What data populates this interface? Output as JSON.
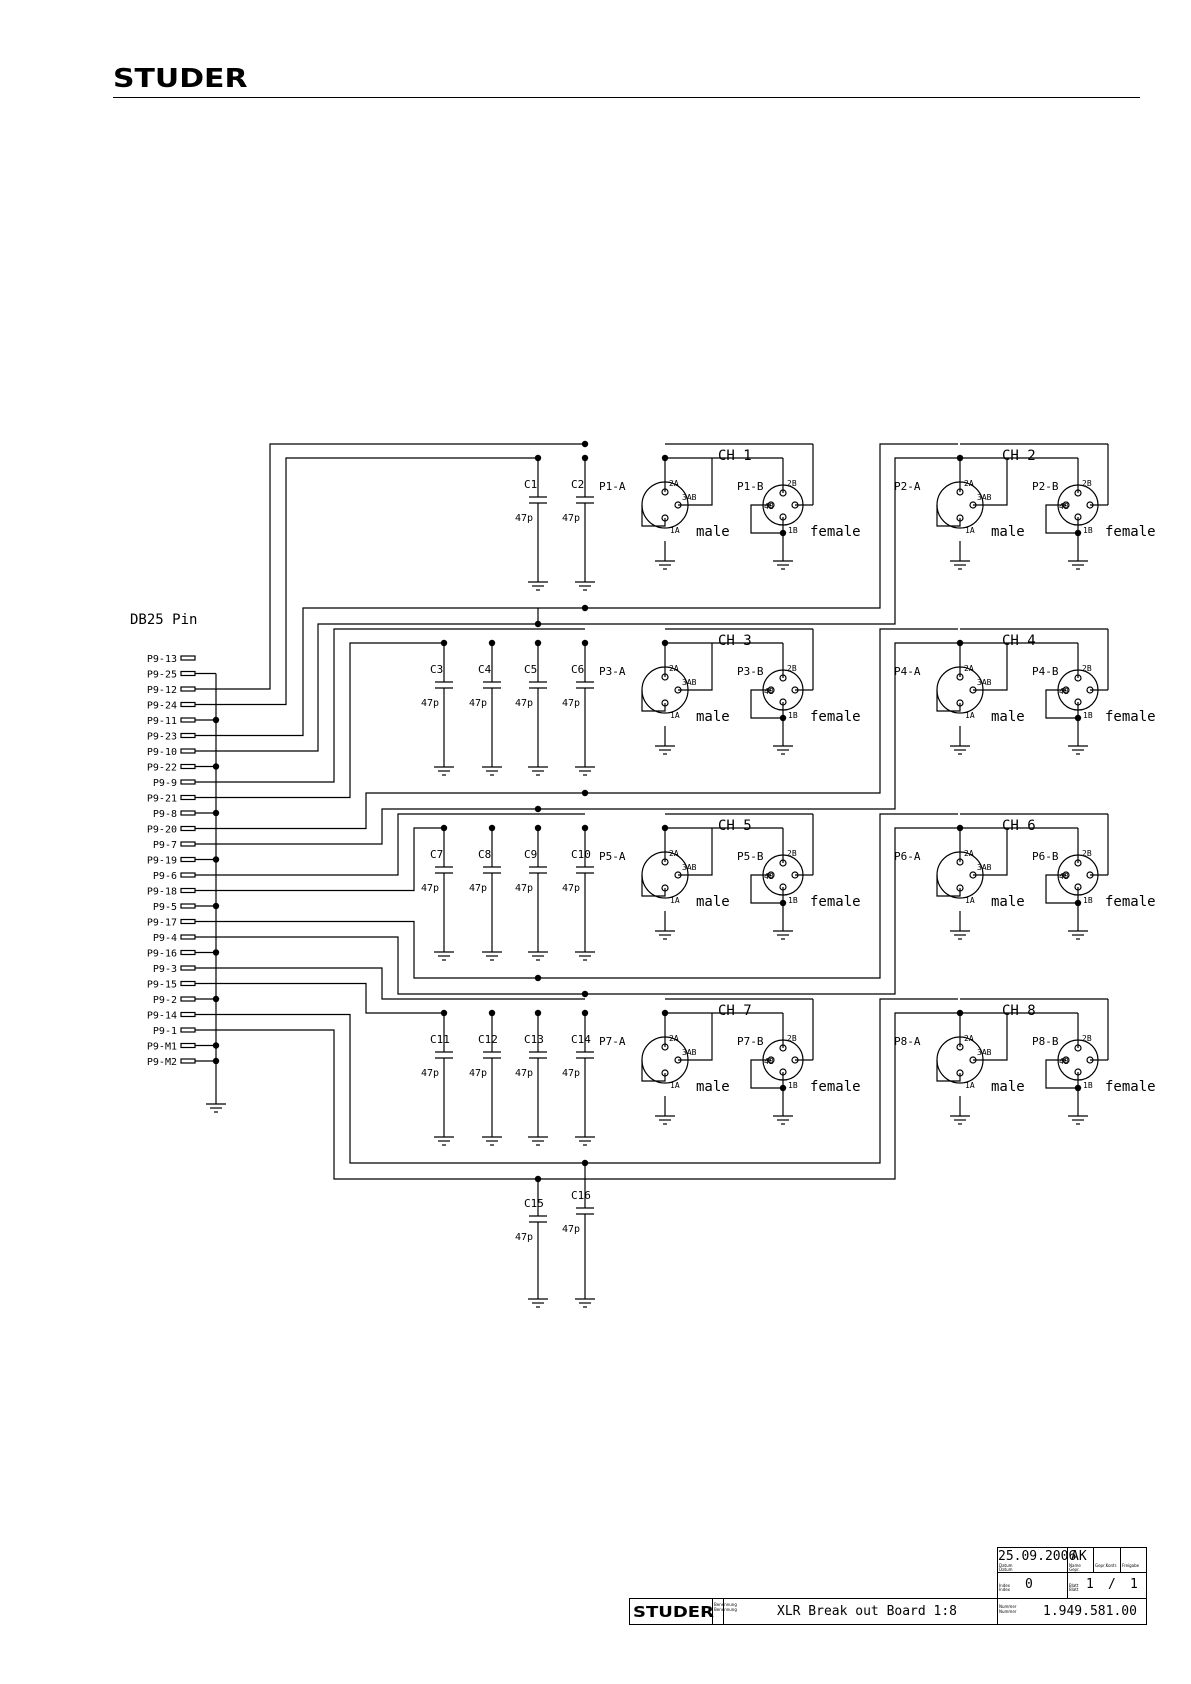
{
  "header": {
    "brand": "STUDER"
  },
  "db25_title": "DB25 Pin",
  "pins": [
    "P9-13",
    "P9-25",
    "P9-12",
    "P9-24",
    "P9-11",
    "P9-23",
    "P9-10",
    "P9-22",
    "P9-9",
    "P9-21",
    "P9-8",
    "P9-20",
    "P9-7",
    "P9-19",
    "P9-6",
    "P9-18",
    "P9-5",
    "P9-17",
    "P9-4",
    "P9-16",
    "P9-3",
    "P9-15",
    "P9-2",
    "P9-14",
    "P9-1",
    "P9-M1",
    "P9-M2"
  ],
  "channels": [
    {
      "label": "CH 1",
      "male": "P1-A",
      "female": "P1-B",
      "caps": [
        "C1",
        "C2"
      ]
    },
    {
      "label": "CH 2",
      "male": "P2-A",
      "female": "P2-B",
      "caps": []
    },
    {
      "label": "CH 3",
      "male": "P3-A",
      "female": "P3-B",
      "caps": [
        "C3",
        "C4",
        "C5",
        "C6"
      ]
    },
    {
      "label": "CH 4",
      "male": "P4-A",
      "female": "P4-B",
      "caps": []
    },
    {
      "label": "CH 5",
      "male": "P5-A",
      "female": "P5-B",
      "caps": [
        "C7",
        "C8",
        "C9",
        "C10"
      ]
    },
    {
      "label": "CH 6",
      "male": "P6-A",
      "female": "P6-B",
      "caps": []
    },
    {
      "label": "CH 7",
      "male": "P7-A",
      "female": "P7-B",
      "caps": [
        "C11",
        "C12",
        "C13",
        "C14"
      ]
    },
    {
      "label": "CH 8",
      "male": "P8-A",
      "female": "P8-B",
      "caps": []
    }
  ],
  "extra_caps": [
    "C15",
    "C16"
  ],
  "cap_value": "47p",
  "pin_labels": {
    "p2a": "2A",
    "p3ab": "3AB",
    "p1a": "1A",
    "p2b": "2B",
    "p4b": "4B",
    "p1b": "1B"
  },
  "connector_words": {
    "male": "male",
    "female": "female"
  },
  "title_block": {
    "date": "25.09.2006",
    "author": "AK",
    "index": "0",
    "sheet": "1",
    "sheet_sep": "/",
    "sheets": "1",
    "brand": "STUDER",
    "title": "XLR Break out Board 1:8",
    "number": "1.949.581.00",
    "small_labels": [
      "Datum",
      "Datum",
      "Name",
      "Gepr.",
      "Gepr.Kontr.",
      "Freigabe",
      "Index",
      "Index",
      "Blatt",
      "Blatt",
      "Benennung",
      "Benennung",
      "Nummer",
      "Nummer"
    ]
  }
}
